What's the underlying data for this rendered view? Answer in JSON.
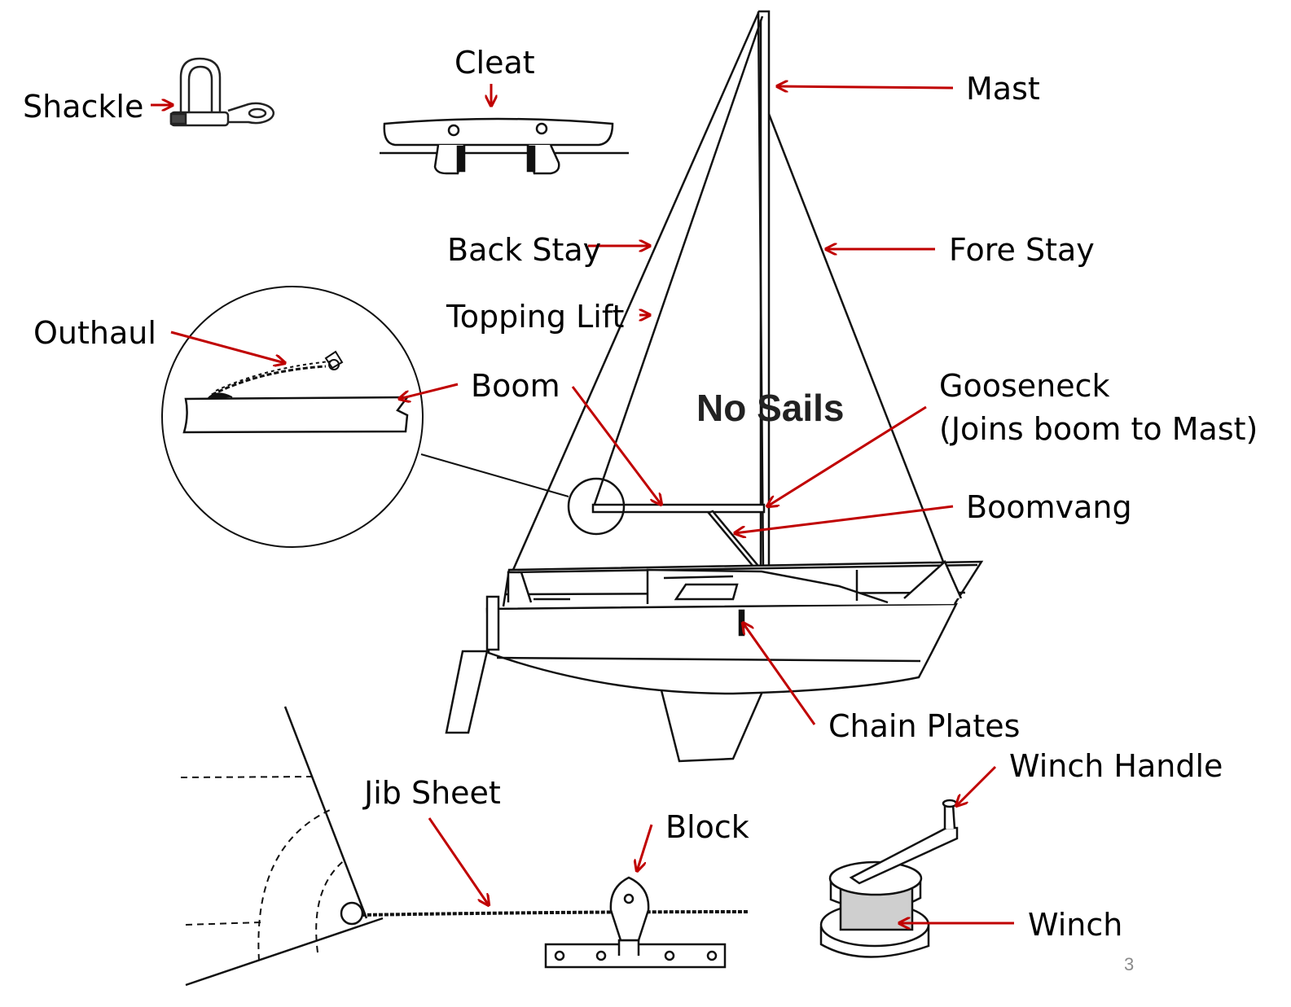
{
  "labels": {
    "shackle": "Shackle",
    "cleat": "Cleat",
    "mast": "Mast",
    "back_stay": "Back Stay",
    "fore_stay": "Fore Stay",
    "topping_lift": "Topping Lift",
    "outhaul": "Outhaul",
    "boom": "Boom",
    "gooseneck": "Gooseneck",
    "gooseneck_note": "(Joins boom to Mast)",
    "boomvang": "Boomvang",
    "no_sails": "No Sails",
    "chain_plates": "Chain Plates",
    "jib_sheet": "Jib Sheet",
    "block": "Block",
    "winch_handle": "Winch Handle",
    "winch": "Winch"
  },
  "page_number": "3",
  "colors": {
    "arrow": "#c00000",
    "line": "#111111",
    "drum": "#cfcfcf"
  }
}
